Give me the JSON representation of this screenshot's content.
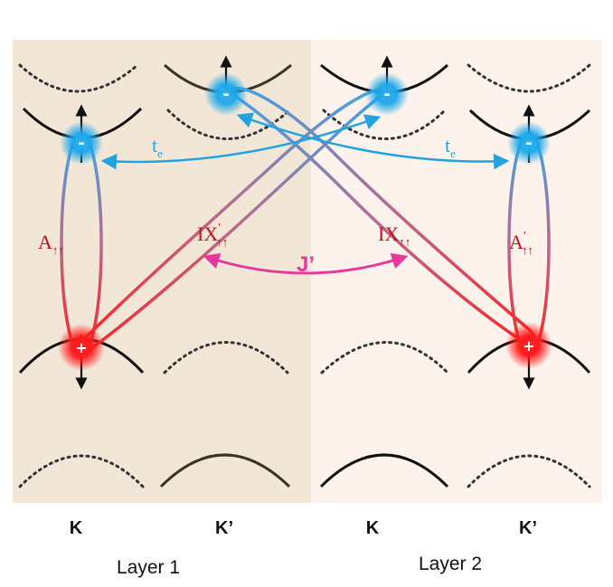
{
  "colors": {
    "layer1_bg": "#f2e7d7",
    "layer2_bg": "#fdf3ec",
    "electron": "#1aa6ea",
    "hole": "#ff1a1a",
    "tunneling_arrow": "#22a3e0",
    "exchange_arrow": "#e6399b",
    "exciton_label": "#c0121b",
    "band_solid": "#111111",
    "band_dotted": "#333333"
  },
  "labels": {
    "hopping_left": "t",
    "hopping_left_sub": "e",
    "hopping_right": "t",
    "hopping_right_sub": "e",
    "intra_exciton_left": "A",
    "intra_exciton_left_sub": "↑↑",
    "intra_exciton_right": "A",
    "intra_exciton_right_sup": "′",
    "intra_exciton_right_sub": "↑↑",
    "inter_exciton_left": "IX",
    "inter_exciton_left_sup": "′",
    "inter_exciton_left_sub": "↑↑",
    "inter_exciton_right": "IX",
    "inter_exciton_right_sub": "↑↑",
    "exchange": "J’"
  },
  "charges": {
    "electron": "-",
    "hole": "+"
  },
  "valleys": [
    "K",
    "K’",
    "K",
    "K’"
  ],
  "layers": [
    "Layer 1",
    "Layer 2"
  ]
}
